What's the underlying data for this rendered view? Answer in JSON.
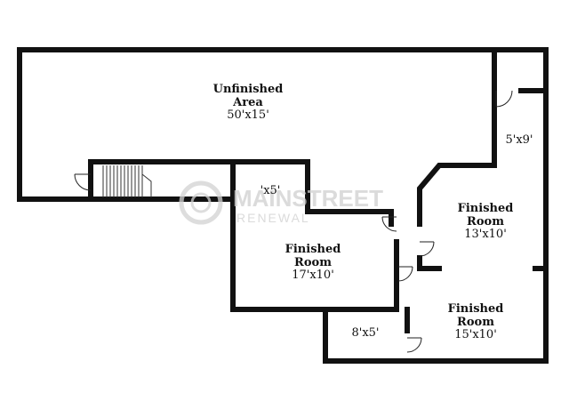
{
  "rooms": {
    "unfinished": {
      "name_line1": "Unfinished",
      "name_line2": "Area",
      "dims": "50'x15'"
    },
    "closet_top_right": {
      "dims": "5'x9'"
    },
    "small_room": {
      "dims": "'x5'"
    },
    "finished_center": {
      "name_line1": "Finished",
      "name_line2": "Room",
      "dims": "17'x10'"
    },
    "finished_right_top": {
      "name_line1": "Finished",
      "name_line2": "Room",
      "dims": "13'x10'"
    },
    "finished_right_bottom": {
      "name_line1": "Finished",
      "name_line2": "Room",
      "dims": "15'x10'"
    },
    "closet_bottom": {
      "dims": "8'x5'"
    }
  },
  "watermark": {
    "line1": "MAINSTREET",
    "line2": "RENEWAL"
  }
}
